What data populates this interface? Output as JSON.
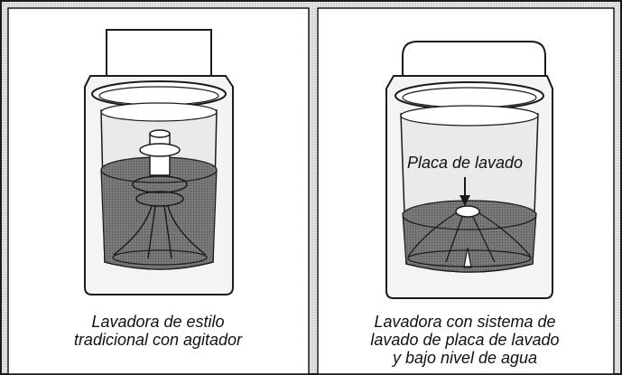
{
  "panels": [
    {
      "caption_lines": [
        "Lavadora de estilo",
        "tradicional con agitador"
      ]
    },
    {
      "caption_lines": [
        "Lavadora con sistema de",
        "lavado de placa de lavado",
        "y bajo nivel de agua"
      ],
      "callout": "Placa de lavado"
    }
  ],
  "colors": {
    "border": "#1a1a1a",
    "water": "#7a7a7a",
    "body": "#f2f2f2"
  }
}
